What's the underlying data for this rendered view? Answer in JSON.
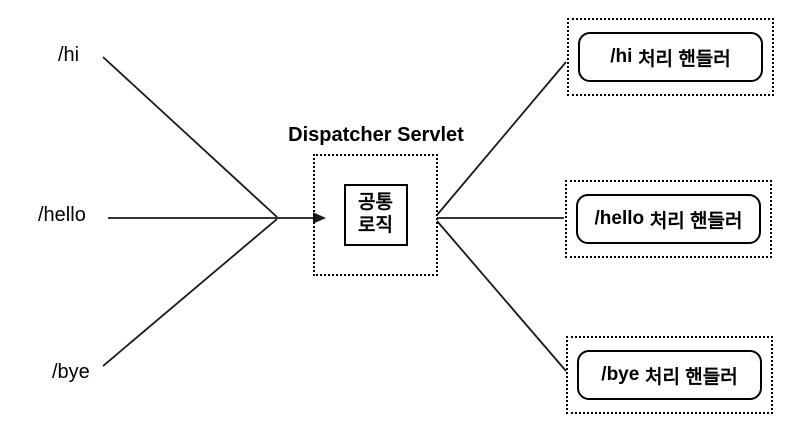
{
  "diagram": {
    "requests": [
      {
        "label": "/hi"
      },
      {
        "label": "/hello"
      },
      {
        "label": "/bye"
      }
    ],
    "dispatcher": {
      "title": "Dispatcher Servlet",
      "box_label": "공통\n로직"
    },
    "handlers": [
      {
        "path": "/hi",
        "suffix": "처리 핸들러"
      },
      {
        "path": "/hello",
        "suffix": "처리 핸들러"
      },
      {
        "path": "/bye",
        "suffix": "처리 핸들러"
      }
    ],
    "colors": {
      "line": "#1a1a1a",
      "text": "#000000",
      "background": "#ffffff"
    }
  }
}
